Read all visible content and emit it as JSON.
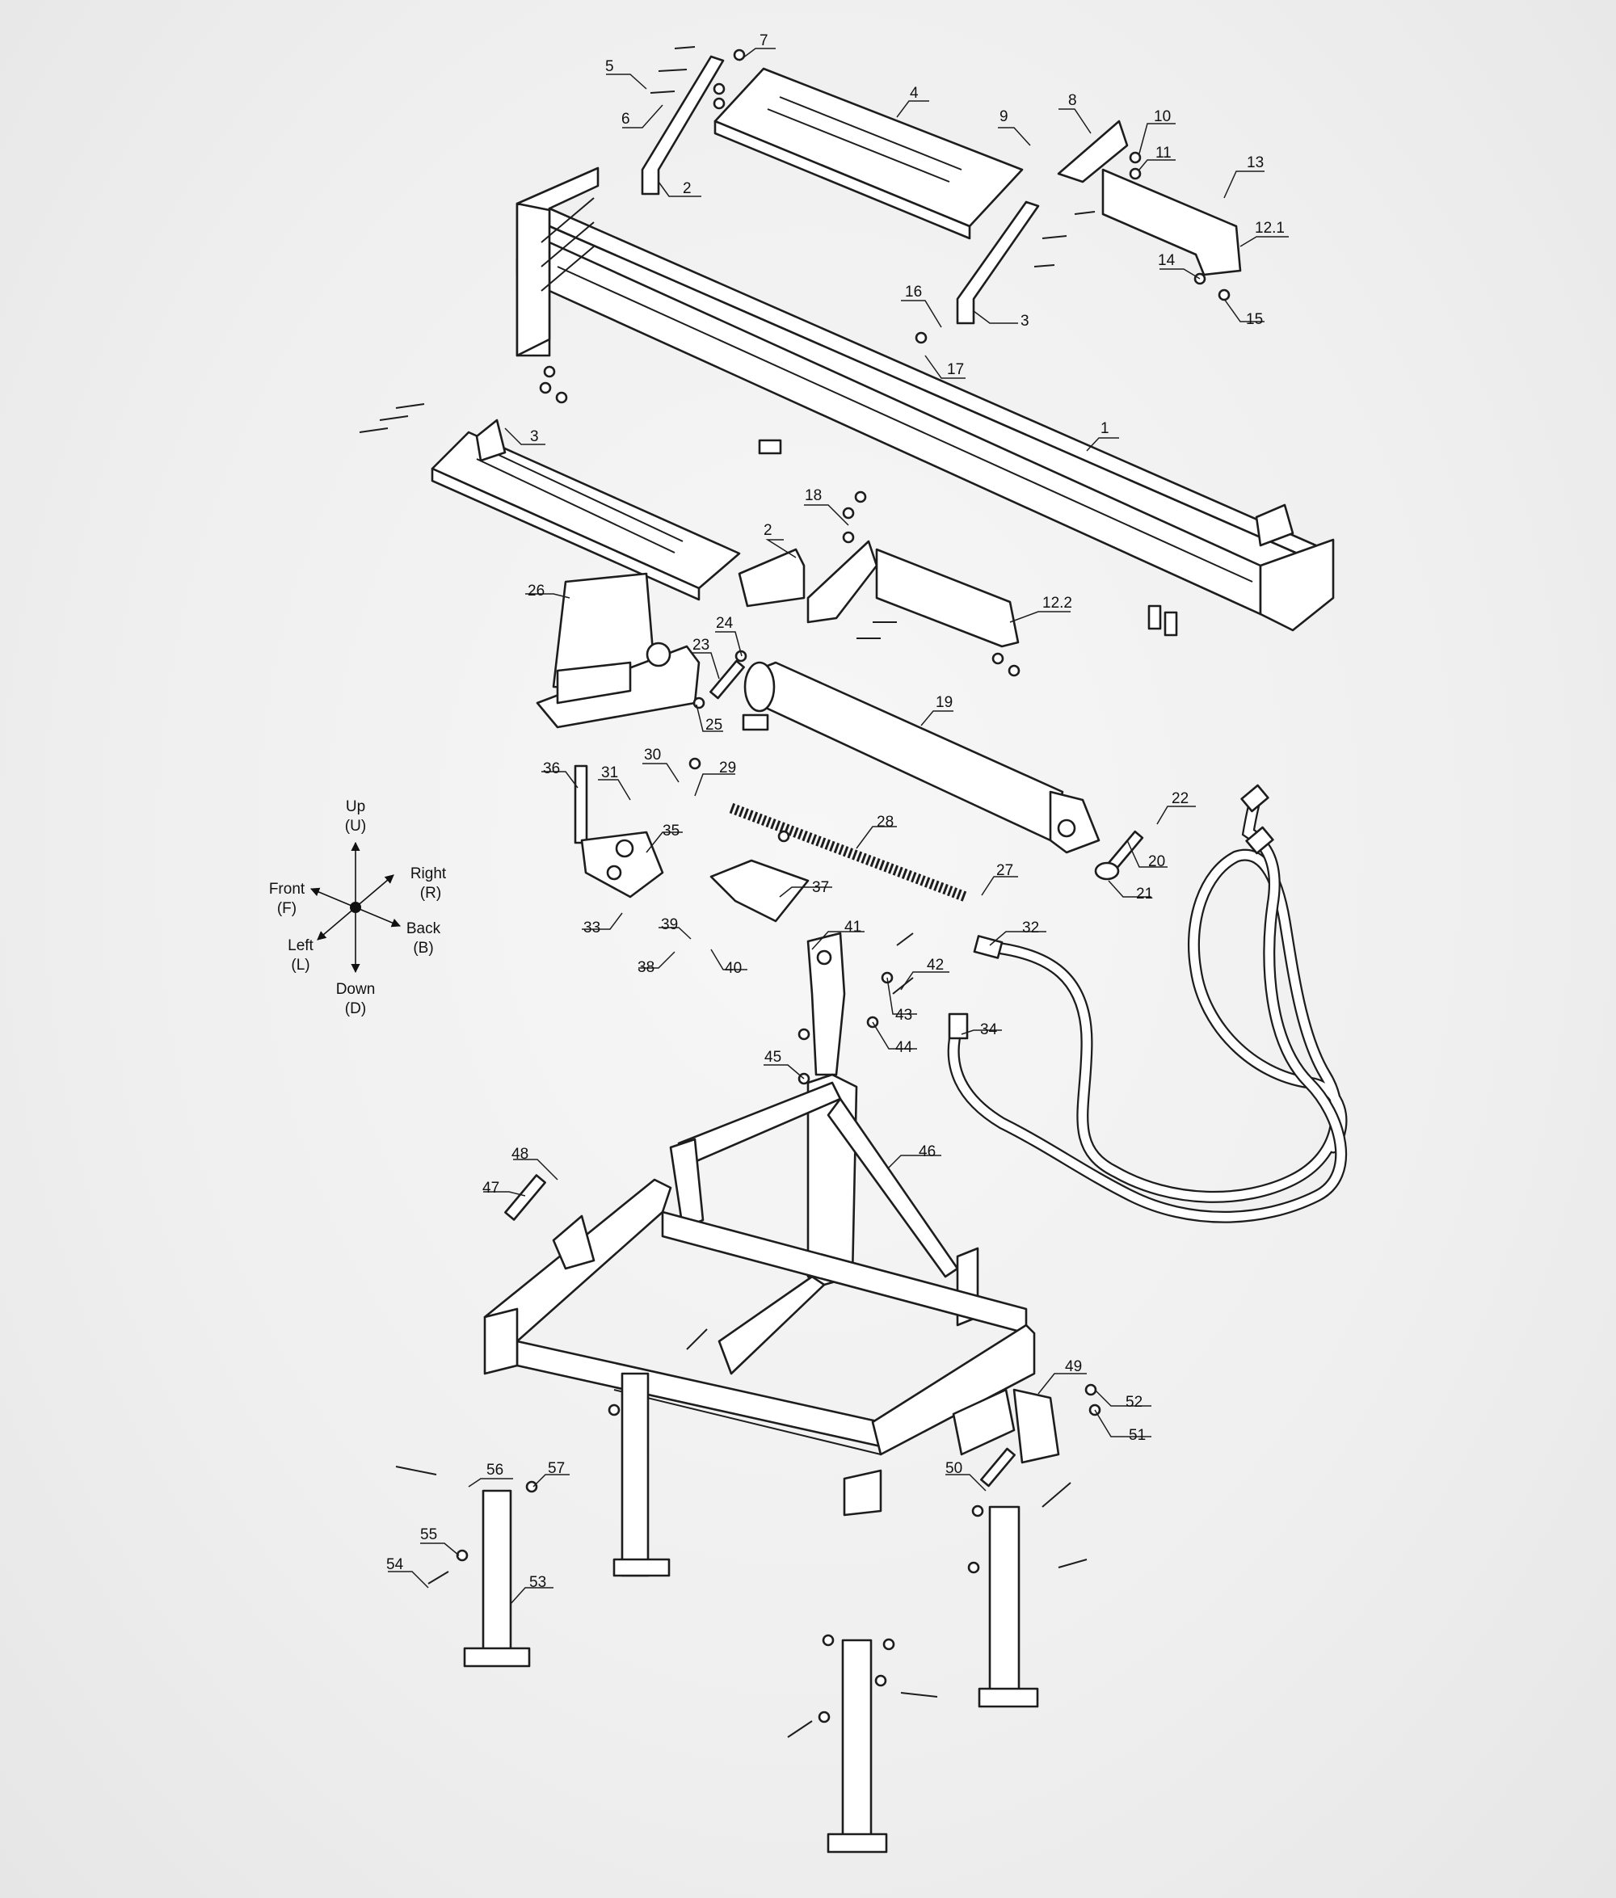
{
  "diagram": {
    "part_labels": [
      "1",
      "2",
      "2",
      "3",
      "3",
      "4",
      "5",
      "6",
      "7",
      "8",
      "9",
      "10",
      "11",
      "12.1",
      "12.2",
      "13",
      "14",
      "15",
      "16",
      "17",
      "18",
      "19",
      "20",
      "21",
      "22",
      "23",
      "24",
      "25",
      "26",
      "27",
      "28",
      "29",
      "30",
      "31",
      "32",
      "33",
      "34",
      "35",
      "36",
      "37",
      "38",
      "39",
      "40",
      "41",
      "42",
      "43",
      "44",
      "45",
      "46",
      "47",
      "48",
      "49",
      "50",
      "51",
      "52",
      "53",
      "54",
      "55",
      "56",
      "57"
    ],
    "compass": {
      "up": "Up",
      "up_abbr": "(U)",
      "right": "Right",
      "right_abbr": "(R)",
      "front": "Front",
      "front_abbr": "(F)",
      "left": "Left",
      "left_abbr": "(L)",
      "back": "Back",
      "back_abbr": "(B)",
      "down": "Down",
      "down_abbr": "(D)"
    }
  },
  "colors": {
    "line": "#1d1d1d",
    "fill": "#ffffff",
    "background": "#efefef"
  }
}
